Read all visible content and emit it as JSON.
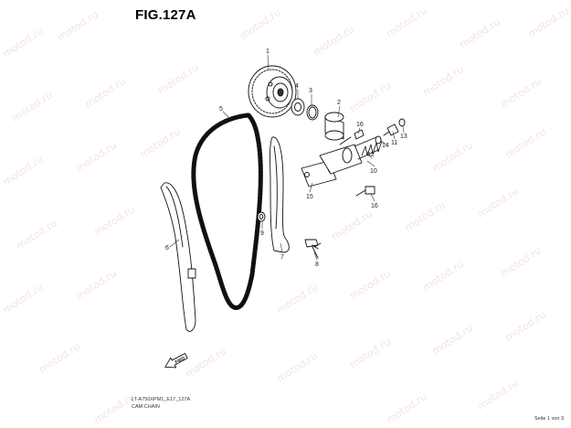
{
  "figure": {
    "title": "FIG.127A"
  },
  "watermark": {
    "text": "motod.ru"
  },
  "callouts": [
    {
      "id": "c1",
      "label": "1"
    },
    {
      "id": "c2",
      "label": "2"
    },
    {
      "id": "c3",
      "label": "3"
    },
    {
      "id": "c4",
      "label": "4"
    },
    {
      "id": "c5",
      "label": "5"
    },
    {
      "id": "c6",
      "label": "6"
    },
    {
      "id": "c7",
      "label": "7"
    },
    {
      "id": "c8",
      "label": "8"
    },
    {
      "id": "c9",
      "label": "9"
    },
    {
      "id": "c10",
      "label": "10"
    },
    {
      "id": "c11",
      "label": "11"
    },
    {
      "id": "c12",
      "label": "12"
    },
    {
      "id": "c13",
      "label": "13"
    },
    {
      "id": "c14",
      "label": "14"
    },
    {
      "id": "c15",
      "label": "15"
    },
    {
      "id": "c16a",
      "label": "16"
    },
    {
      "id": "c16b",
      "label": "16"
    }
  ],
  "fwd_label": "FWD",
  "footer": {
    "model_code": "LT-A750XPM1_E17_127A",
    "group_name": "CAM CHAIN",
    "page_indicator": "Seite 1 von 3"
  }
}
